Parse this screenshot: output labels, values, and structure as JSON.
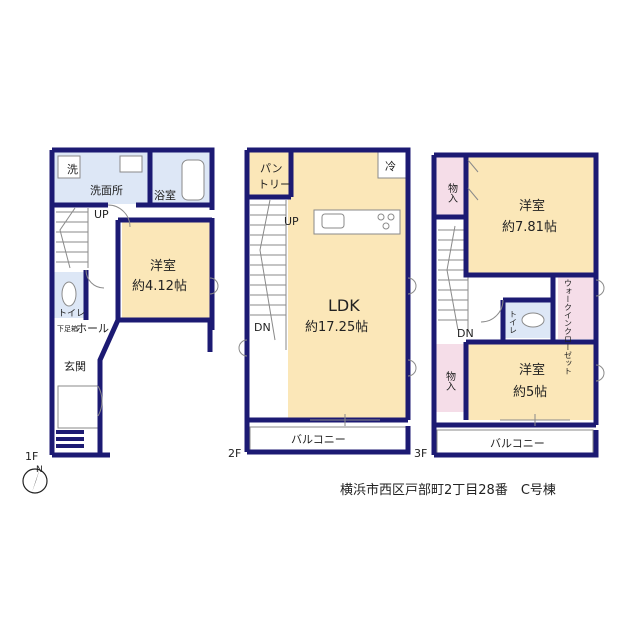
{
  "rooms": {
    "wash": "洗",
    "wash_room": "洗面所",
    "bath": "浴室",
    "up_1f": "UP",
    "western_1f": "洋室",
    "western_1f_size": "約4.12帖",
    "toilet_1f": "トイレ",
    "hall": "ホール",
    "shoe_box": "下足箱",
    "entrance": "玄関",
    "pantry_1": "パン",
    "pantry_2": "トリー",
    "fridge": "冷",
    "up_2f": "UP",
    "ldk": "LDK",
    "ldk_size": "約17.25帖",
    "dn_2f": "DN",
    "balcony_2f": "バルコニー",
    "storage_a": "物入",
    "western_3f_a": "洋室",
    "western_3f_a_size": "約7.81帖",
    "walkin": "ウォークインクローゼット",
    "toilet_3f": "トイレ",
    "dn_3f": "DN",
    "storage_b": "物入",
    "western_3f_b": "洋室",
    "western_3f_b_size": "約5帖",
    "balcony_3f": "バルコニー"
  },
  "floors": {
    "f1": "1F",
    "f2": "2F",
    "f3": "3F"
  },
  "compass": {
    "north": "N"
  },
  "caption": "横浜市西区戸部町2丁目28番　C号棟",
  "colors": {
    "wall": "#1c1a73",
    "room": "#fbe7b8",
    "wet": "#dde7f6",
    "closet": "#f5dde8",
    "line": "#8a8a8a"
  }
}
